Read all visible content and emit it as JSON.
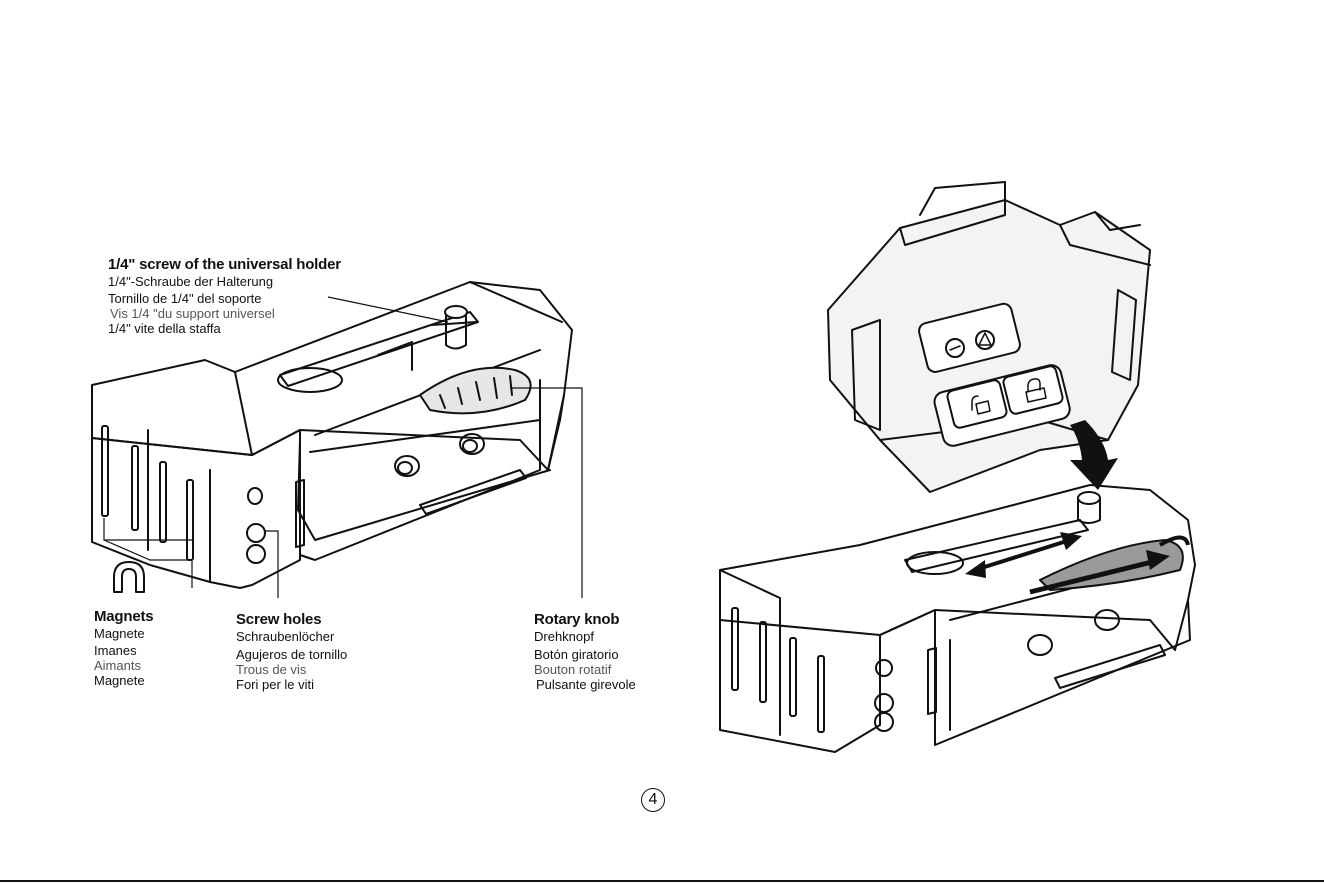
{
  "labels": {
    "screw": {
      "title": "1/4\" screw of the universal holder",
      "lines": [
        "1/4\"-Schraube der Halterung",
        "Tornillo de 1/4\" del soporte",
        "Vis 1/4 \"du support universel",
        "1/4\" vite della staffa"
      ]
    },
    "magnets": {
      "title": "Magnets",
      "lines": [
        "Magnete",
        "Imanes",
        "Aimants",
        "Magnete"
      ]
    },
    "screw_holes": {
      "title": "Screw holes",
      "lines": [
        "Schraubenlöcher",
        "Agujeros de tornillo",
        "Trous de vis",
        "Fori per le viti"
      ]
    },
    "rotary_knob": {
      "title": "Rotary knob",
      "lines": [
        "Drehknopf",
        "Botón giratorio",
        "Bouton rotatif",
        "Pulsante girevole"
      ]
    }
  },
  "page_number": "4",
  "icons": {
    "magnet": "magnet-icon",
    "unlock": "unlock-icon",
    "lock": "lock-icon",
    "laser": "laser-line-icon",
    "warning": "warning-triangle-icon"
  },
  "colors": {
    "ink": "#111111",
    "device_fill": "#ffffff",
    "laser_body": "#f3f3f3",
    "knob_grip": "#9a9a9a"
  }
}
